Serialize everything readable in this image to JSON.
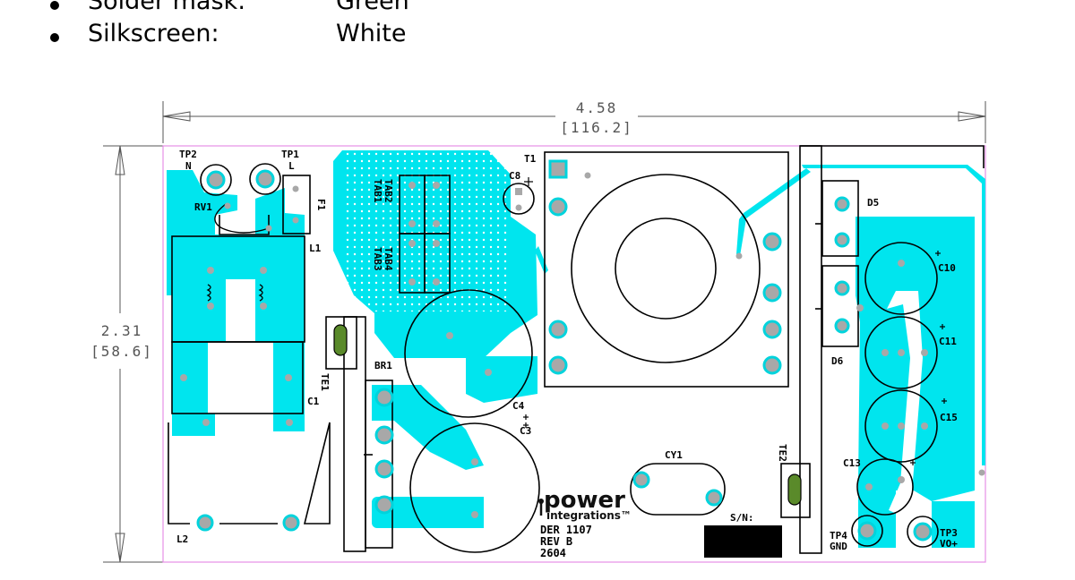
{
  "specs": [
    {
      "label": "Solder mask:",
      "value": "Green"
    },
    {
      "label": "Silkscreen:",
      "value": "White"
    }
  ],
  "dimensions": {
    "width_in": "4.58",
    "width_mm": "[116.2]",
    "height_in": "2.31",
    "height_mm": "[58.6]"
  },
  "labels": {
    "tp2": "TP2",
    "tp2_net": "N",
    "tp1": "TP1",
    "tp1_net": "L",
    "f1": "F1",
    "rv1": "RV1",
    "l1": "L1",
    "tab1": "TAB1",
    "tab2": "TAB2",
    "tab3": "TAB3",
    "tab4": "TAB4",
    "c8": "C8",
    "t1": "T1",
    "d5": "D5",
    "d6": "D6",
    "c10": "C10",
    "c11": "C11",
    "c15": "C15",
    "c13": "C13",
    "te1": "TE1",
    "te2": "TE2",
    "br1": "BR1",
    "c1": "C1",
    "c4": "C4",
    "c3": "C3",
    "l2": "L2",
    "cy1": "CY1",
    "sn": "S/N:",
    "tp4": "TP4",
    "tp4_net": "GND",
    "tp3": "TP3",
    "tp3_net": "VO+"
  },
  "logo": {
    "main": "power",
    "sub": "integrations™"
  },
  "board_info": {
    "der": "DER 1107",
    "rev": "REV B",
    "code": "2604"
  },
  "colors": {
    "copper": "#00e5ee",
    "outline": "#e68fe6",
    "silk": "#000000",
    "pad": "#a8a8a8",
    "dimension": "#555555"
  }
}
